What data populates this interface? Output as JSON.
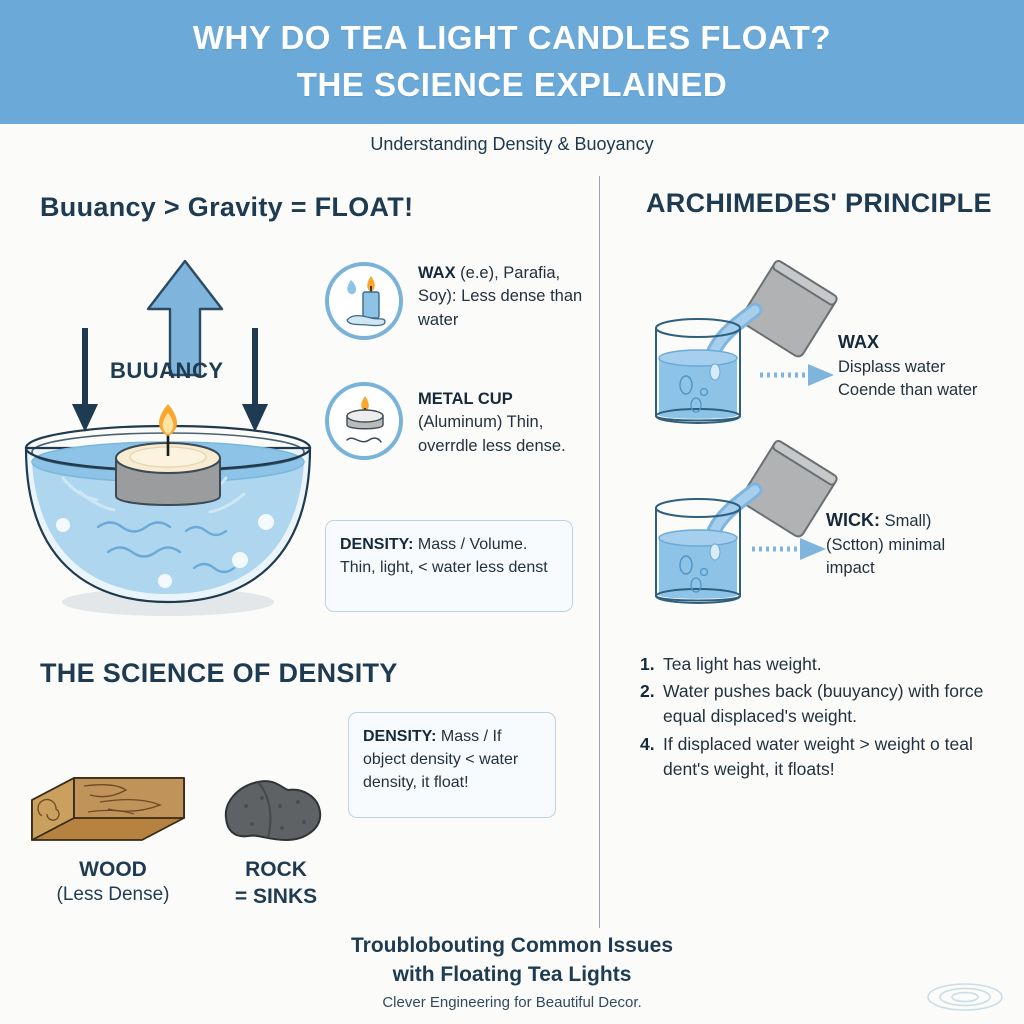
{
  "header": {
    "title_line1": "WHY DO TEA LIGHT CANDLES FLOAT?",
    "title_line2": "THE SCIENCE EXPLAINED",
    "subtitle": "Understanding Density & Buoyancy",
    "bg_color": "#6aa9d8"
  },
  "left": {
    "heading": "Buuancy > Gravity = FLOAT!",
    "arrow_label": "BUUANCY",
    "wax": {
      "title": "WAX",
      "body": " (e.e), Parafia, Soy): Less dense than water",
      "icon": "candle-icon"
    },
    "metal_cup": {
      "title": "METAL CUP",
      "body": " (Aluminum) Thin, overrdle less dense.",
      "icon": "tealight-icon"
    },
    "density_box": {
      "title": "DENSITY:",
      "body": " Mass / Volume. Thin, light, < water less denst"
    }
  },
  "right": {
    "heading": "ARCHIMEDES' PRINCIPLE",
    "wax": {
      "title": "WAX",
      "line1": "Displass water",
      "line2": "Coende than water"
    },
    "wick": {
      "title": "WICK:",
      "line1": " Small)",
      "line2": "(Sctton)      minimal",
      "line3": "impact"
    },
    "steps": [
      {
        "num": "1.",
        "text": "Tea light has weight."
      },
      {
        "num": "2.",
        "text": "Water pushes back (buuyancy) with force equal displaced's weight."
      },
      {
        "num": "4.",
        "text": "If displaced water weight > weight o teal dent's weight, it floats!"
      }
    ]
  },
  "density_section": {
    "heading": "THE SCIENCE OF DENSITY",
    "box": {
      "title": "DENSITY:",
      "body": " Mass / If object density < water density, it float!"
    },
    "wood": {
      "label": "WOOD",
      "sub": "(Less Dense)",
      "icon": "wood-block-icon"
    },
    "rock": {
      "label": "ROCK",
      "sub": "= SINKS",
      "icon": "rock-icon"
    }
  },
  "footer": {
    "line1": "Troublobouting Common Issues",
    "line2": "with Floating Tea Lights",
    "line3": "Clever Engineering for Beautiful Decor."
  },
  "colors": {
    "header_blue": "#6aa9d8",
    "water_blue": "#aed6ee",
    "deep_blue": "#6aa9d8",
    "ink": "#1f3b52",
    "metal_gray": "#9a9c9e",
    "wood_brown": "#b5823f",
    "rock_gray": "#5e6265"
  }
}
